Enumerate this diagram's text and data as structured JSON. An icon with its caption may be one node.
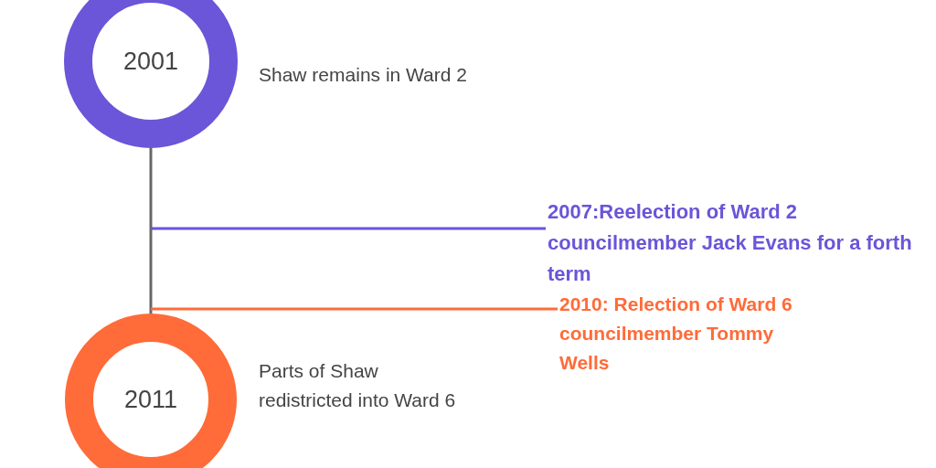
{
  "diagram": {
    "nodes": [
      {
        "text": [
          "2001"
        ],
        "beside": [
          "Shaw remains in Ward 2"
        ]
      },
      {
        "text": [
          "2007:Reelection of Ward 2 councilmember Jack Evans for a forth term"
        ]
      },
      {
        "text": [
          "2010: Relection of Ward 6 councilmember Tommy Wells"
        ]
      },
      {
        "text": [
          "2011"
        ],
        "beside": [
          "Parts of Shaw redistricted into Ward 6"
        ]
      }
    ],
    "edges": [
      {
        "from": 0,
        "to": 3,
        "arrow": "none",
        "color": "#666666"
      },
      {
        "from": 1,
        "to": null,
        "arrow": "none",
        "color": "#6b55d8"
      },
      {
        "from": 2,
        "to": null,
        "arrow": "none",
        "color": "#ff6b39"
      }
    ]
  }
}
